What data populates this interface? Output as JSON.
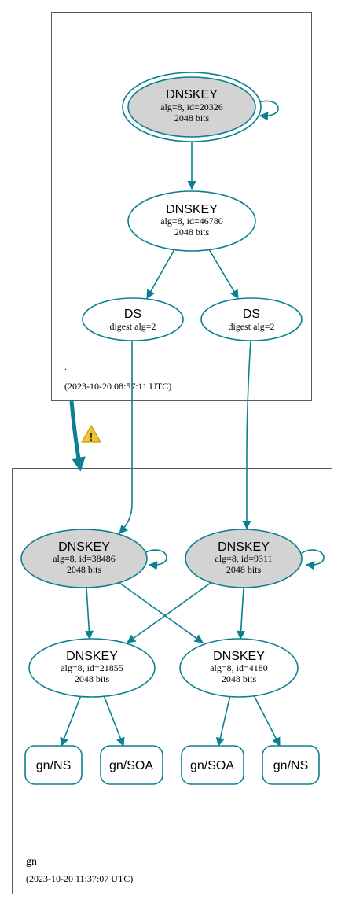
{
  "colors": {
    "edge": "#0a8090",
    "trusted_fill": "#d3d3d3",
    "node_fill": "#ffffff",
    "zone_border": "#333333",
    "warning_fill": "#f4c430"
  },
  "zones": {
    "root": {
      "name": ".",
      "timestamp": "(2023-10-20 08:57:11 UTC)"
    },
    "gn": {
      "name": "gn",
      "timestamp": "(2023-10-20 11:37:07 UTC)"
    }
  },
  "nodes": {
    "root_ksk": {
      "title": "DNSKEY",
      "line1": "alg=8, id=20326",
      "line2": "2048 bits"
    },
    "root_zsk": {
      "title": "DNSKEY",
      "line1": "alg=8, id=46780",
      "line2": "2048 bits"
    },
    "root_ds1": {
      "title": "DS",
      "line1": "digest alg=2"
    },
    "root_ds2": {
      "title": "DS",
      "line1": "digest alg=2"
    },
    "gn_ksk1": {
      "title": "DNSKEY",
      "line1": "alg=8, id=38486",
      "line2": "2048 bits"
    },
    "gn_ksk2": {
      "title": "DNSKEY",
      "line1": "alg=8, id=9311",
      "line2": "2048 bits"
    },
    "gn_zsk1": {
      "title": "DNSKEY",
      "line1": "alg=8, id=21855",
      "line2": "2048 bits"
    },
    "gn_zsk2": {
      "title": "DNSKEY",
      "line1": "alg=8, id=4180",
      "line2": "2048 bits"
    },
    "rr_ns1": {
      "label": "gn/NS"
    },
    "rr_soa1": {
      "label": "gn/SOA"
    },
    "rr_soa2": {
      "label": "gn/SOA"
    },
    "rr_ns2": {
      "label": "gn/NS"
    }
  },
  "warning": {
    "icon": "warning-icon",
    "symbol": "!"
  }
}
